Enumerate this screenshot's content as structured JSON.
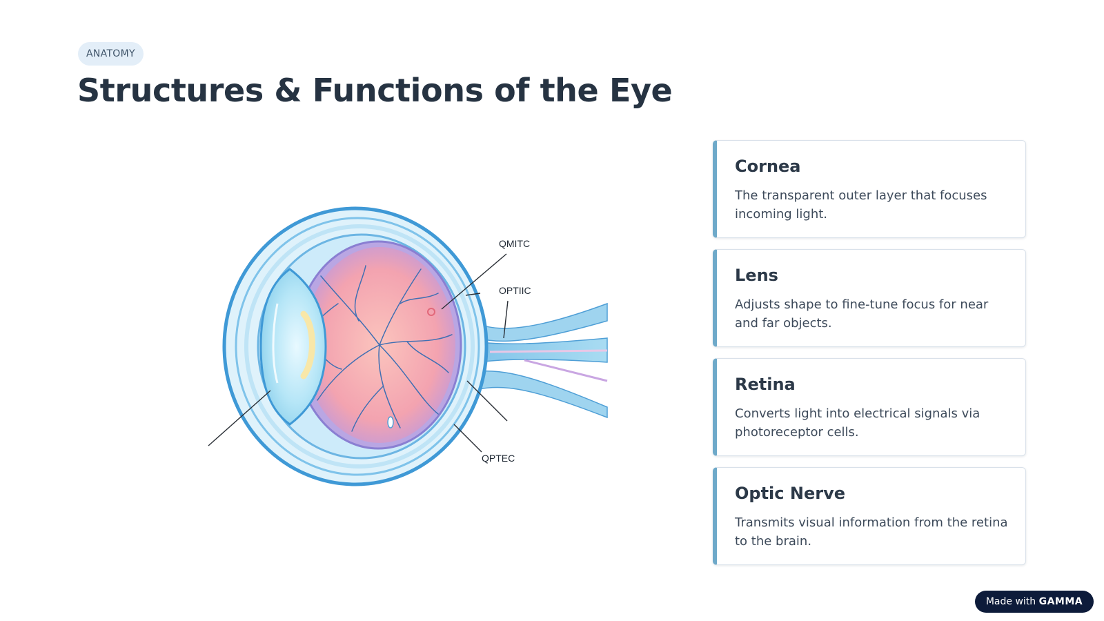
{
  "header": {
    "tag": "ANATOMY",
    "title": "Structures & Functions of the Eye"
  },
  "diagram": {
    "labels": [
      "QMITC",
      "OPTIIC",
      "QPTEC"
    ]
  },
  "cards": [
    {
      "title": "Cornea",
      "text": "The transparent outer layer that focuses incoming light."
    },
    {
      "title": "Lens",
      "text": "Adjusts shape to fine-tune focus for near and far objects."
    },
    {
      "title": "Retina",
      "text": "Converts light into electrical signals via photoreceptor cells."
    },
    {
      "title": "Optic Nerve",
      "text": "Transmits visual information from the retina to the brain."
    }
  ],
  "badge": {
    "prefix": "Made with",
    "brand": "GAMMA"
  },
  "colors": {
    "card_accent": "#6ea9c9",
    "title": "#263342",
    "badge_bg": "#0d1b3a",
    "tag_bg": "#e3eef8"
  }
}
